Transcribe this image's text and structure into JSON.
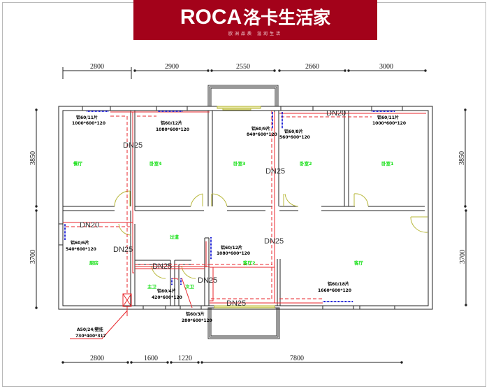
{
  "banner": {
    "brand_latin": "ROCA",
    "brand_cn": "洛卡生活家",
    "slogan": "欧洲品质  温润生活",
    "color": "#a3021a"
  },
  "dimensions": {
    "top": [
      "2800",
      "2900",
      "2550",
      "2660",
      "3000"
    ],
    "bottom": [
      "2800",
      "1600",
      "1220",
      "7800"
    ],
    "left": [
      "3850",
      "3700"
    ],
    "right": [
      "3850",
      "3700"
    ]
  },
  "rooms": {
    "dining": "餐厅",
    "bedroom4": "卧室4",
    "bedroom3": "卧室3",
    "bedroom2": "卧室2",
    "bedroom1": "卧室1",
    "corridor": "过道",
    "kitchen": "厨房",
    "master_bath": "主卫",
    "guest_bath": "次卫",
    "living2": "客厅2",
    "living": "客厅"
  },
  "radiators": [
    {
      "spec": "铝60/11片",
      "size": "1000*600*120"
    },
    {
      "spec": "铝60/12片",
      "size": "1080*600*120"
    },
    {
      "spec": "铝60/9片",
      "size": "840*600*120"
    },
    {
      "spec": "铝60/8片",
      "size": "560*600*120"
    },
    {
      "spec": "铝60/11片",
      "size": "1000*600*120"
    },
    {
      "spec": "铝60/6片",
      "size": "540*600*120"
    },
    {
      "spec": "铝60/12片",
      "size": "1080*600*120"
    },
    {
      "spec": "铝60/4片",
      "size": "420*600*120"
    },
    {
      "spec": "铝60/3片",
      "size": "280*600*120"
    },
    {
      "spec": "铝60/18片",
      "size": "1660*600*120"
    }
  ],
  "boiler": {
    "model": "A50/24/壁挂",
    "size": "730*400*317"
  },
  "pipes": {
    "labels": [
      "DN25",
      "DN20",
      "DN25",
      "DN25",
      "DN20",
      "DN25",
      "DN25",
      "DN25",
      "DN25"
    ],
    "supply_color": "#e8262b",
    "return_color": "#e8262b",
    "radiator_color": "#1f22d6"
  },
  "colors": {
    "wall": "#222222",
    "door": "#b8b83a",
    "room_label": "#18e018"
  }
}
